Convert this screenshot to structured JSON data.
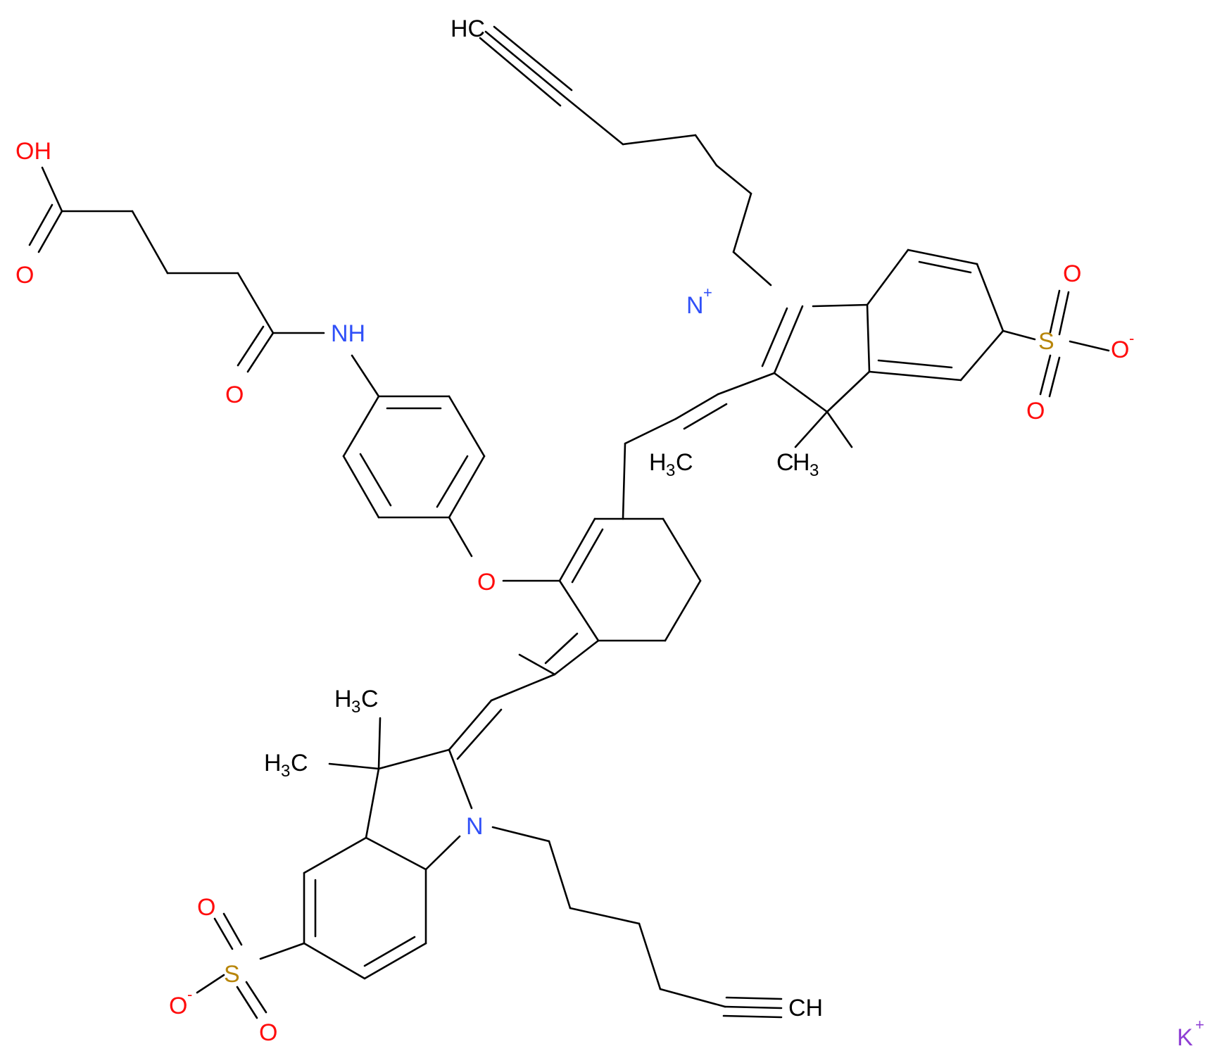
{
  "colors": {
    "bond": "#000000",
    "carbon": "#000000",
    "oxygen": "#ff0d0d",
    "nitrogen": "#3050f8",
    "sulfur": "#b8860b",
    "potassium": "#8f40d4"
  },
  "labels": {
    "hc_top": "HC",
    "ch_bottom": "CH",
    "oh": "OH",
    "acid_o": "O",
    "amide_o": "O",
    "nh": "NH",
    "ether_o": "O",
    "n_plus": "N",
    "n_plus_charge": "+",
    "n_neutral": "N",
    "s_top": "S",
    "s_top_o1": "O",
    "s_top_o2": "O",
    "s_top_ominus": "O",
    "s_top_ominus_charge": "-",
    "s_bottom": "S",
    "s_bottom_o1": "O",
    "s_bottom_o2": "O",
    "s_bottom_ominus": "O",
    "s_bottom_ominus_charge": "-",
    "methyl_h": "H",
    "methyl_3": "3",
    "methyl_c": "C",
    "counter_ion": "K",
    "counter_ion_charge": "+"
  }
}
